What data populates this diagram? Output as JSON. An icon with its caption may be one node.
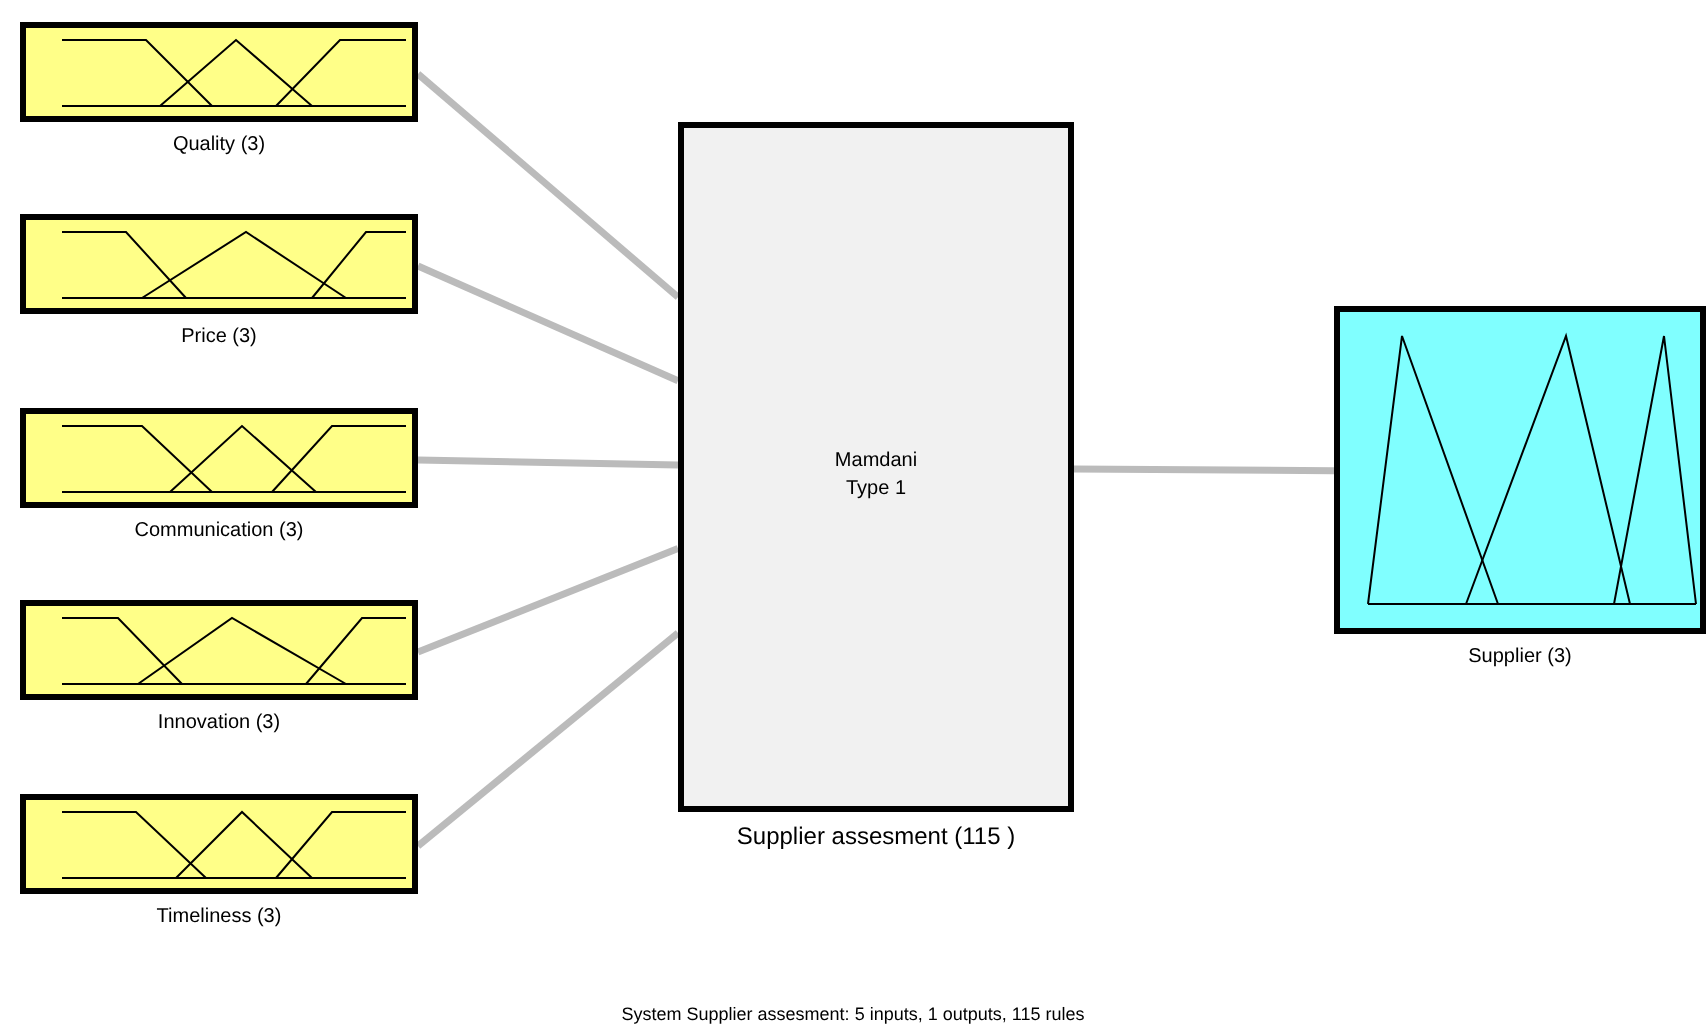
{
  "diagram": {
    "caption": "System Supplier assesment: 5 inputs, 1 outputs, 115 rules",
    "nodes": [
      {
        "text": [
          "Quality (3)"
        ]
      },
      {
        "text": [
          "Price (3)"
        ]
      },
      {
        "text": [
          "Communication (3)"
        ]
      },
      {
        "text": [
          "Innovation (3)"
        ]
      },
      {
        "text": [
          "Timeliness (3)"
        ]
      },
      {
        "text": [
          "Mamdani Type 1",
          "Supplier assesment (115 )"
        ]
      },
      {
        "text": [
          "Supplier (3)"
        ]
      }
    ],
    "edges": [
      {
        "from": 0,
        "to": 5,
        "arrow": "none"
      },
      {
        "from": 1,
        "to": 5,
        "arrow": "none"
      },
      {
        "from": 2,
        "to": 5,
        "arrow": "none"
      },
      {
        "from": 3,
        "to": 5,
        "arrow": "none"
      },
      {
        "from": 4,
        "to": 5,
        "arrow": "none"
      },
      {
        "from": 5,
        "to": 6,
        "arrow": "none"
      }
    ]
  }
}
